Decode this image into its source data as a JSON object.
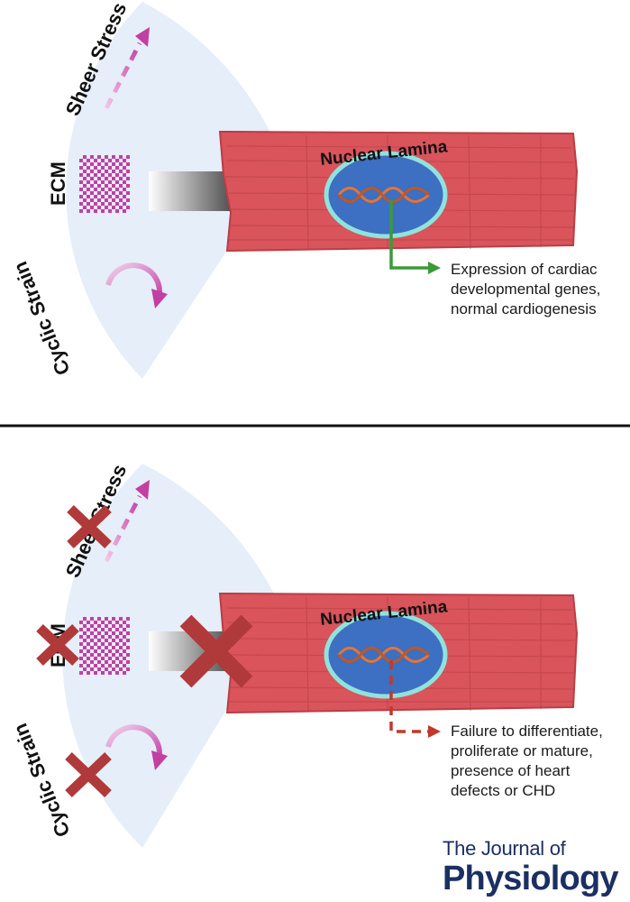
{
  "panels": [
    {
      "id": "normal",
      "stimuli": {
        "shear": "Sheer Stress",
        "ecm": "ECM",
        "cyclic": "Cyclic Strain"
      },
      "nucleus_label": "Nuclear Lamina",
      "outcome_lines": [
        "Expression of cardiac",
        "developmental genes,",
        "normal cardiogenesis"
      ],
      "outcome_color": "#3b9a3a",
      "blocked": false
    },
    {
      "id": "disrupted",
      "stimuli": {
        "shear": "Sheer Stress",
        "ecm": "ECM",
        "cyclic": "Cyclic Strain"
      },
      "nucleus_label": "Nuclear Lamina",
      "outcome_lines": [
        "Failure to differentiate,",
        "proliferate or mature,",
        "presence of heart",
        "defects or CHD"
      ],
      "outcome_color": "#c0392b",
      "blocked": true
    }
  ],
  "journal": {
    "line1": "The Journal of",
    "line2": "Physiology"
  },
  "colors": {
    "fan": "#e6eef9",
    "cell": "#d9545b",
    "cell_stripe": "#b83e46",
    "nucleus": "#3d6fc2",
    "lamina_ring": "#8fe3dc",
    "dna": "#e8742f",
    "stimulus": "#c23fa3",
    "block_x": "#b03a3a",
    "arrow": "#111111"
  }
}
